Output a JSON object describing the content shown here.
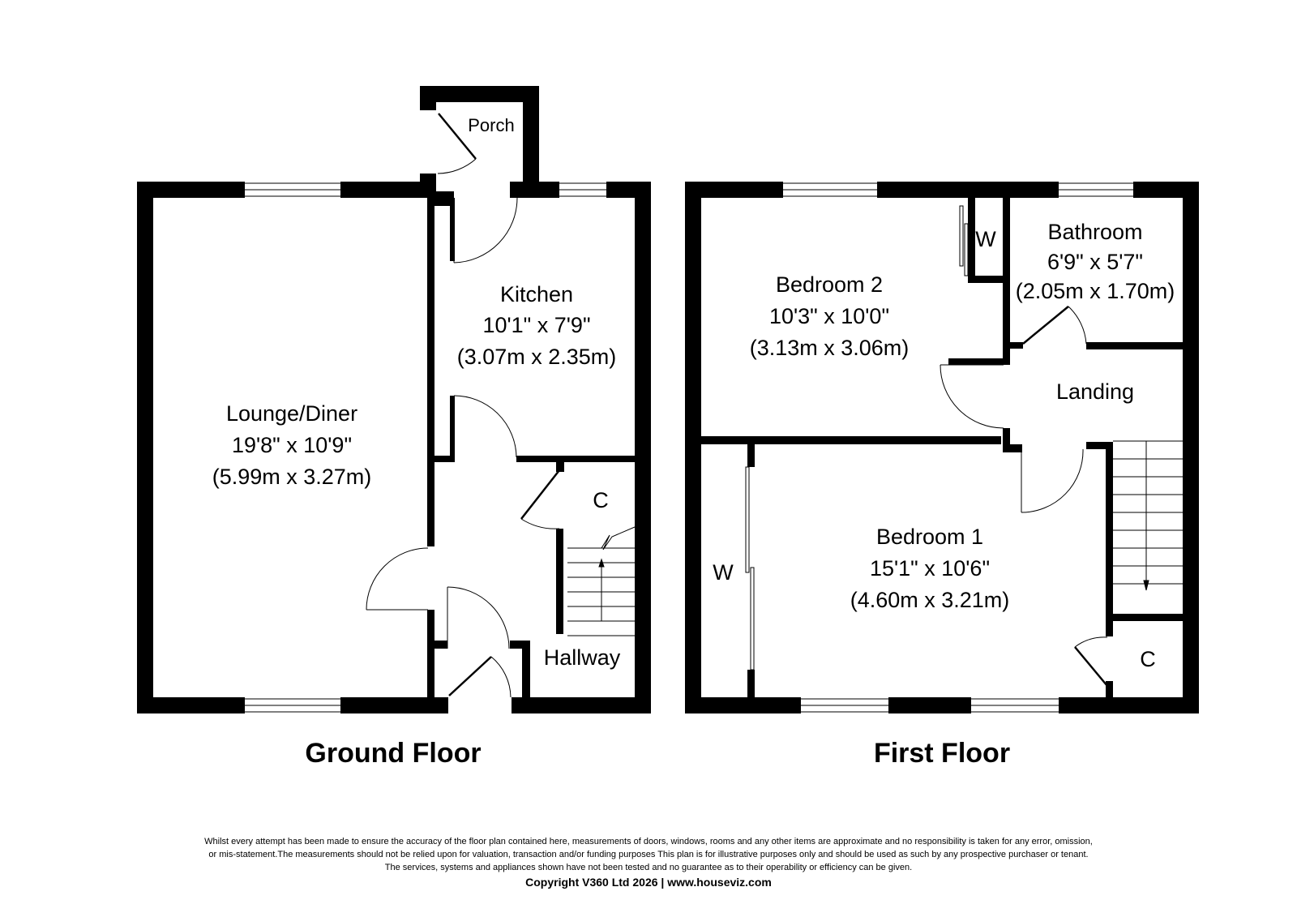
{
  "ground_floor": {
    "title": "Ground Floor",
    "rooms": {
      "porch": {
        "name": "Porch"
      },
      "kitchen": {
        "name": "Kitchen",
        "imperial": "10'1\" x 7'9\"",
        "metric": "(3.07m x 2.35m)"
      },
      "lounge": {
        "name": "Lounge/Diner",
        "imperial": "19'8\" x 10'9\"",
        "metric": "(5.99m x 3.27m)"
      },
      "cupboard": {
        "name": "C"
      },
      "hallway": {
        "name": "Hallway"
      }
    }
  },
  "first_floor": {
    "title": "First Floor",
    "rooms": {
      "bedroom2": {
        "name": "Bedroom 2",
        "imperial": "10'3\" x 10'0\"",
        "metric": "(3.13m x 3.06m)"
      },
      "wardrobe2": {
        "name": "W"
      },
      "bathroom": {
        "name": "Bathroom",
        "imperial": "6'9\" x 5'7\"",
        "metric": "(2.05m x 1.70m)"
      },
      "landing": {
        "name": "Landing"
      },
      "bedroom1": {
        "name": "Bedroom 1",
        "imperial": "15'1\" x 10'6\"",
        "metric": "(4.60m x 3.21m)"
      },
      "wardrobe1": {
        "name": "W"
      },
      "cupboard": {
        "name": "C"
      }
    }
  },
  "disclaimer": {
    "line1": "Whilst every attempt has been made to ensure the accuracy of the floor plan contained here, measurements of doors, windows, rooms and any other items are approximate and no responsibility is taken for any error, omission,",
    "line2": "or mis-statement.The measurements should not be relied upon for valuation, transaction and/or funding purposes This plan is for illustrative purposes only and should be used as such by any prospective purchaser or tenant.",
    "line3": "The services, systems and appliances shown have not been tested and no guarantee as to their operability or efficiency can be given.",
    "copyright": "Copyright V360 Ltd 2026 | www.houseviz.com"
  }
}
